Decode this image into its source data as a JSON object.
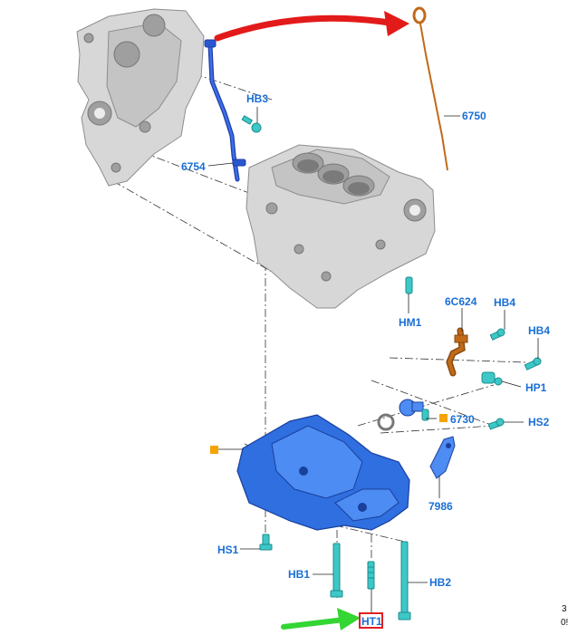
{
  "labels": {
    "hb3": "HB3",
    "p6750": "6750",
    "p6754": "6754",
    "hm1": "HM1",
    "p6c624": "6C624",
    "hb4_top": "HB4",
    "hb4_right": "HB4",
    "hp1": "HP1",
    "p6730": "6730",
    "hs2": "HS2",
    "p7986": "7986",
    "hs1": "HS1",
    "hb1": "HB1",
    "hb2": "HB2",
    "ht1": "HT1"
  },
  "side_text": {
    "line1": "3",
    "line2": "0!"
  },
  "colors": {
    "label_blue": "#1a6fd4",
    "oil_pan_blue": "#2f6fe0",
    "fastener_teal": "#3ec7c7",
    "copper_part": "#c06a1a",
    "highlight_red": "#e02020",
    "pointer_green": "#33d633",
    "marker_orange": "#f5a300"
  },
  "highlighted_part": "HT1"
}
